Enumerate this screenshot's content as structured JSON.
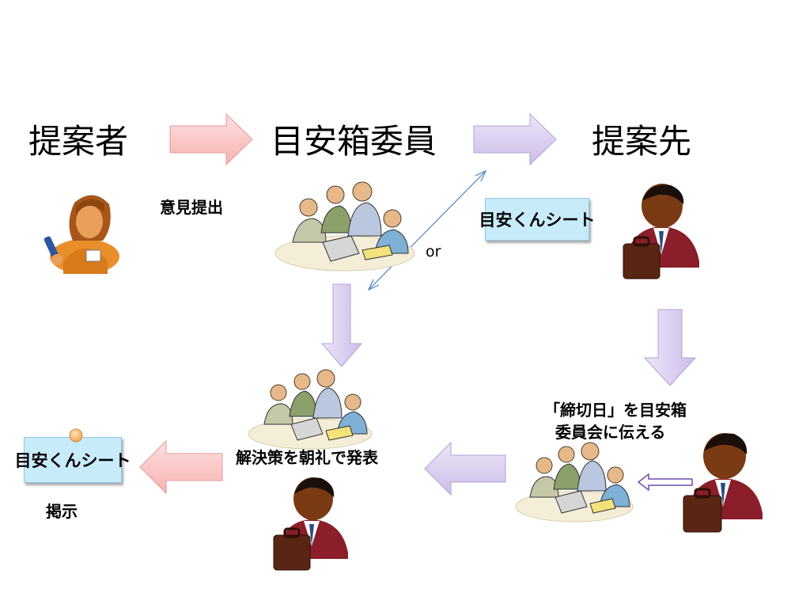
{
  "headings": {
    "proposer": "提案者",
    "committee": "目安箱委員",
    "destination": "提案先"
  },
  "labels": {
    "submit_opinion": "意見提出",
    "or": "or",
    "deadline_line1": "「締切日」を目安",
    "deadline_line1_end": "箱",
    "deadline_line2": "委員会に伝える",
    "announce": "解決策を朝礼で発表",
    "post": "掲示"
  },
  "sheets": {
    "top": "目安くんシート",
    "bottom": "目安くんシート"
  },
  "colors": {
    "pink_arrow": "#fbc3c3",
    "purple_arrow": "#d9cdef",
    "sheet_bg": "#c7ebf9",
    "connector": "#4f81bd"
  }
}
